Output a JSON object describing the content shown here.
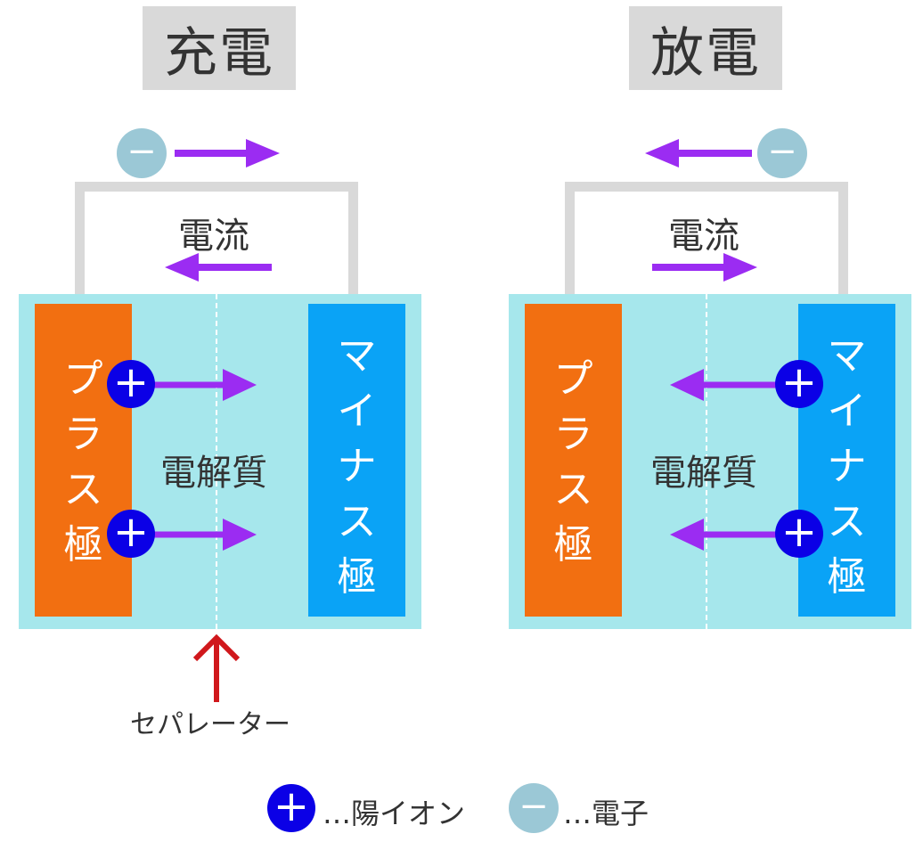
{
  "charge": {
    "title": "充電",
    "current_label": "電流",
    "electrolyte_label": "電解質",
    "plus_electrode": [
      "プ",
      "ラ",
      "ス",
      "極"
    ],
    "minus_electrode": [
      "マ",
      "イ",
      "ナ",
      "ス",
      "極"
    ],
    "separator_label": "セパレーター"
  },
  "discharge": {
    "title": "放電",
    "current_label": "電流",
    "electrolyte_label": "電解質",
    "plus_electrode": [
      "プ",
      "ラ",
      "ス",
      "極"
    ],
    "minus_electrode": [
      "マ",
      "イ",
      "ナ",
      "ス",
      "極"
    ]
  },
  "symbols": {
    "ion": "+",
    "electron": "−"
  },
  "legend": {
    "ion_label": "…陽イオン",
    "electron_label": "…電子"
  },
  "colors": {
    "plus_electrode": "#f26f11",
    "minus_electrode": "#0aa3f6",
    "electrolyte": "#a6e7ec",
    "ion": "#0b00e6",
    "electron": "#9bc8d6",
    "arrow": "#9b2cf2",
    "separator_arrow": "#d0181c"
  }
}
